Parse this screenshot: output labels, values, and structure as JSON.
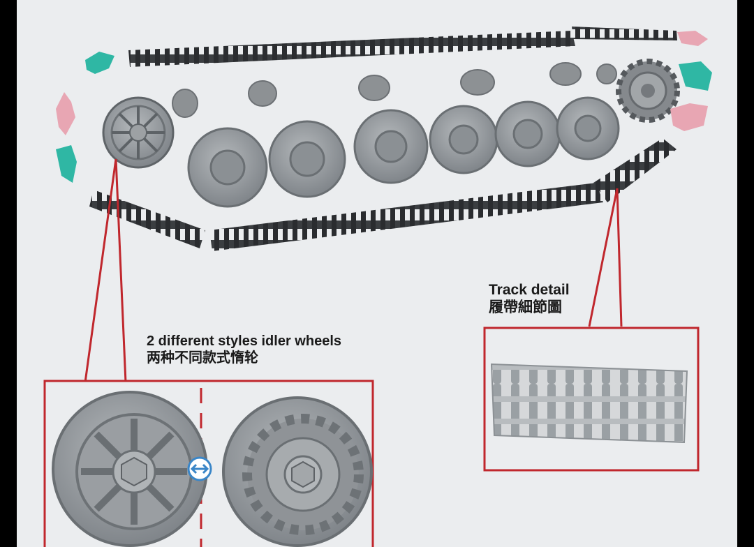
{
  "callouts": {
    "idler": {
      "title_en": "2 different styles idler wheels",
      "title_zh": "两种不同款式惰轮"
    },
    "track": {
      "title_en": "Track detail",
      "title_zh": "履帶細節圖"
    }
  },
  "colors": {
    "background": "#ebedef",
    "frame": "#000000",
    "callout_line": "#c0272d",
    "wheel": "#8e9295",
    "track": "#3b3e41",
    "part_teal": "#2fb7a4",
    "part_pink": "#e8a6b3",
    "swap_icon": "#3a86c8"
  }
}
